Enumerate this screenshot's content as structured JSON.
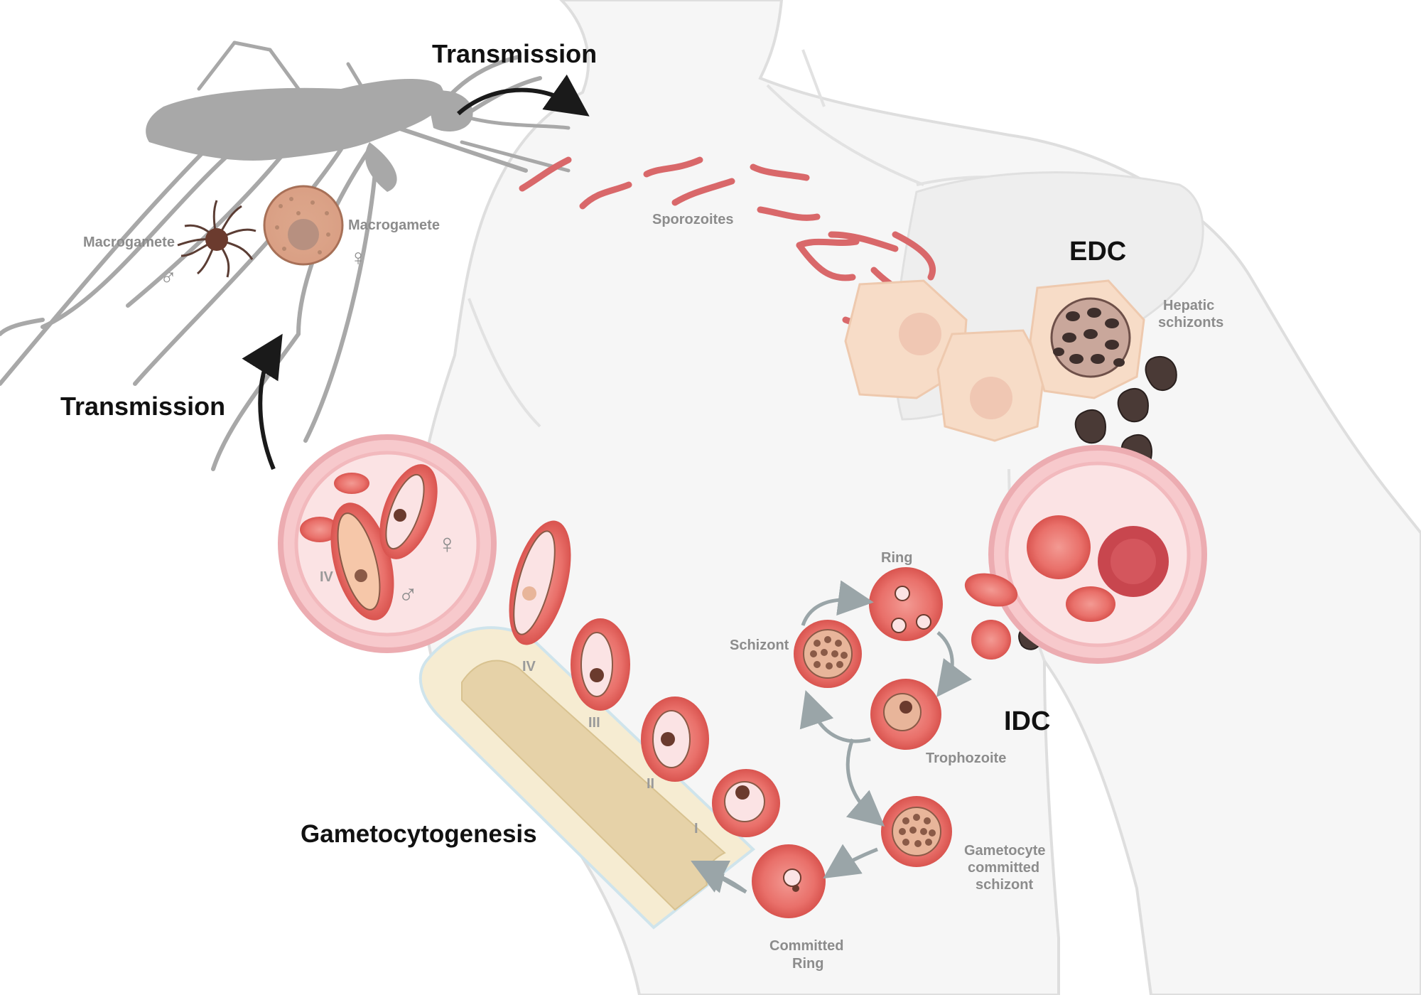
{
  "labels": {
    "transmission_top": "Transmission",
    "transmission_left": "Transmission",
    "gametocytogenesis": "Gametocytogenesis",
    "edc": "EDC",
    "idc": "IDC",
    "sporozoites": "Sporozoites",
    "hepatic_schizonts_1": "Hepatic",
    "hepatic_schizonts_2": "schizonts",
    "macrogamete_left": "Macrogamete",
    "macrogamete_right": "Macrogamete",
    "ring": "Ring",
    "schizont": "Schizont",
    "trophozoite": "Trophozoite",
    "gametocyte_committed_1": "Gametocyte",
    "gametocyte_committed_2": "committed",
    "gametocyte_committed_3": "schizont",
    "committed_ring_1": "Committed",
    "committed_ring_2": "Ring"
  },
  "symbols": {
    "male": "♂",
    "female": "♀",
    "male_vessel": "♂",
    "female_vessel": "♀"
  },
  "stages": {
    "vessel_stage": "IV",
    "stage_iv": "IV",
    "stage_iii": "III",
    "stage_ii": "II",
    "stage_i": "I"
  },
  "colors": {
    "body_outline": "#dcdcdc",
    "mosquito": "#a8a8a8",
    "rbc": "#e0605a",
    "rbc_light": "#f4a9a3",
    "vessel_fill": "#f8d7d9",
    "liver_cell": "#f7dcc7",
    "parasite_dark": "#4a3a36",
    "bone_marrow": "#e9d9b5",
    "arrow_dark": "#1a1a1a",
    "arrow_grey": "#9aa5a8"
  }
}
